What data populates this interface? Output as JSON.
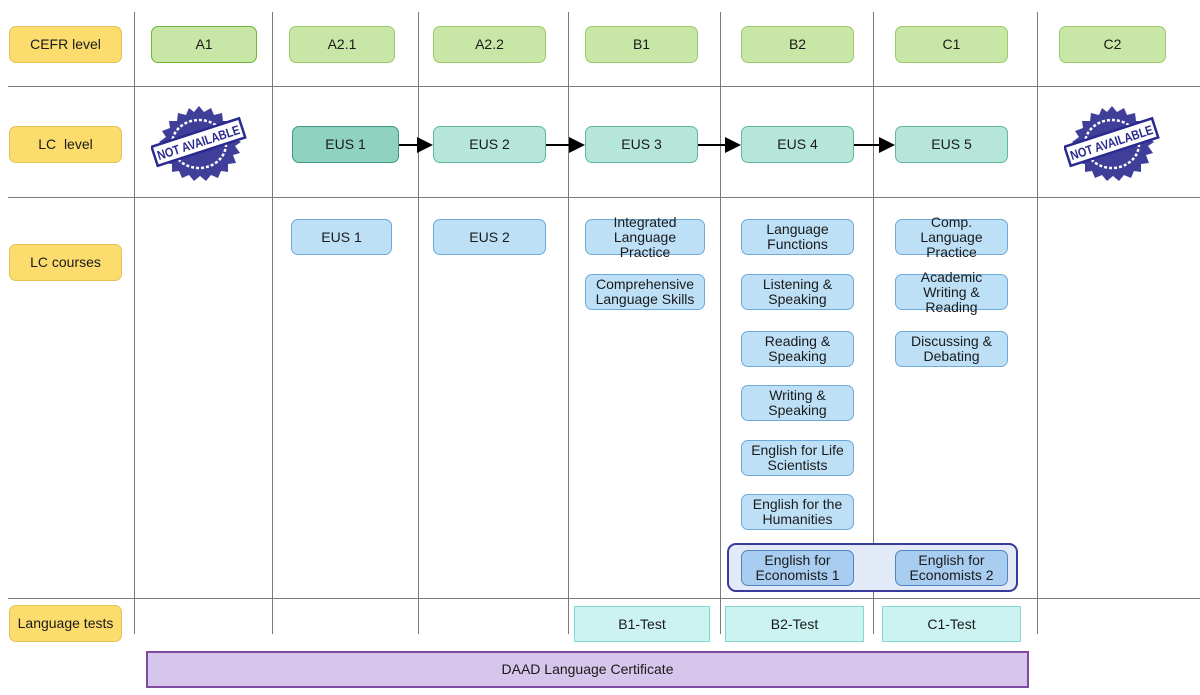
{
  "row_labels": {
    "cefr": "CEFR level",
    "lc_level": "LC  level",
    "lc_courses": "LC courses",
    "tests": "Language tests"
  },
  "cefr_levels": [
    "A1",
    "A2.1",
    "A2.2",
    "B1",
    "B2",
    "C1",
    "C2"
  ],
  "lc_levels": [
    "EUS 1",
    "EUS 2",
    "EUS 3",
    "EUS 4",
    "EUS 5"
  ],
  "stamp_text": "NOT AVAILABLE",
  "courses": {
    "a21": [
      "EUS 1"
    ],
    "a22": [
      "EUS 2"
    ],
    "b1": [
      "Integrated Language Practice",
      "Comprehensive Language Skills"
    ],
    "b2": [
      "Language Functions",
      "Listening & Speaking",
      "Reading & Speaking",
      "Writing & Speaking",
      "English for Life Scientists",
      "English for the Humanities"
    ],
    "c1": [
      "Comp. Language Practice",
      "Academic Writing & Reading",
      "Discussing & Debating"
    ],
    "economists": [
      "English for Economists 1",
      "English for Economists 2"
    ]
  },
  "tests": [
    "B1-Test",
    "B2-Test",
    "C1-Test"
  ],
  "certificate": "DAAD Language Certificate",
  "colors": {
    "row_label": "#fbdc6c",
    "cefr": "#c8e6a6",
    "lc_level": "#b5e6d9",
    "course": "#bde0f7",
    "test": "#ccf2f1",
    "certificate": "#d7c6ec",
    "stamp": "#2a2a8f"
  }
}
